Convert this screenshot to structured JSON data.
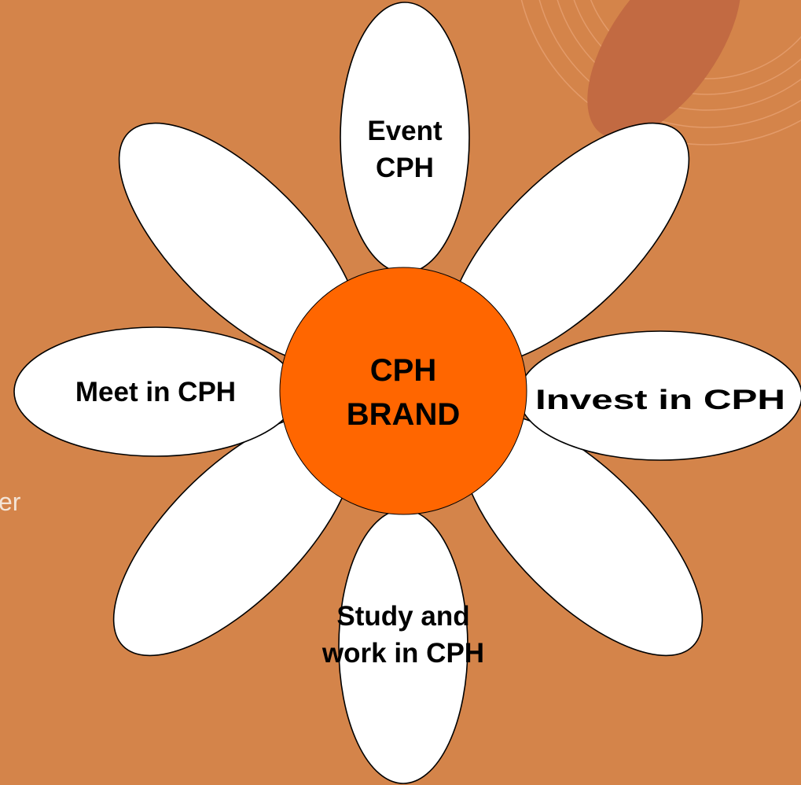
{
  "colors": {
    "background": "#d4844a",
    "petal": "#ffffff",
    "center": "#ff6600",
    "outline": "#000000",
    "decor_blob": "#c26a42",
    "decor_lines": "#e39b6a"
  },
  "center": {
    "line1": "CPH",
    "line2": "BRAND"
  },
  "petals": {
    "top": {
      "line1": "Event",
      "line2": "CPH"
    },
    "left": {
      "line1": "Meet in CPH"
    },
    "right": {
      "line1": "Invest in CPH"
    },
    "bottom": {
      "line1": "Study and",
      "line2": "work in CPH"
    }
  },
  "side_fragment": "er"
}
